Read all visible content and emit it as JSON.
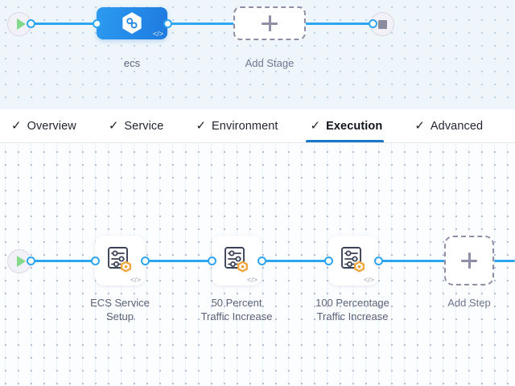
{
  "stage_canvas": {
    "start_node": {
      "icon": "play-icon",
      "name": "start"
    },
    "end_node": {
      "icon": "stop-icon",
      "name": "end"
    },
    "stage": {
      "label": "ecs",
      "icon": "hexagon-infinity-icon",
      "badge": "code-icon",
      "color": "#2b9bf0"
    },
    "add_stage": {
      "label": "Add Stage",
      "icon": "plus-icon"
    }
  },
  "tabs": {
    "items": [
      {
        "label": "Overview",
        "check": "✓",
        "active": false
      },
      {
        "label": "Service",
        "check": "✓",
        "active": false
      },
      {
        "label": "Environment",
        "check": "✓",
        "active": false
      },
      {
        "label": "Execution",
        "check": "✓",
        "active": true
      },
      {
        "label": "Advanced",
        "check": "✓",
        "active": false
      }
    ],
    "active_color": "#1877c9"
  },
  "step_canvas": {
    "start_node": {
      "icon": "play-icon",
      "name": "start"
    },
    "steps": [
      {
        "label_line1": "ECS Service",
        "label_line2": "Setup",
        "icon": "sliders-settings-icon",
        "badge": "aws-hexagon-icon",
        "code": "code-icon"
      },
      {
        "label_line1": "50 Percent",
        "label_line2": "Traffic Increase",
        "icon": "sliders-settings-icon",
        "badge": "aws-hexagon-icon",
        "code": "code-icon"
      },
      {
        "label_line1": "100 Percentage",
        "label_line2": "Traffic Increase",
        "icon": "sliders-settings-icon",
        "badge": "aws-hexagon-icon",
        "code": "code-icon"
      }
    ],
    "add_step": {
      "label": "Add Step",
      "icon": "plus-icon"
    }
  },
  "colors": {
    "connector": "#2da5f0",
    "badge_orange": "#f0a43a",
    "stage_blue": "#2b9bf0",
    "label_text": "#5a6178"
  }
}
